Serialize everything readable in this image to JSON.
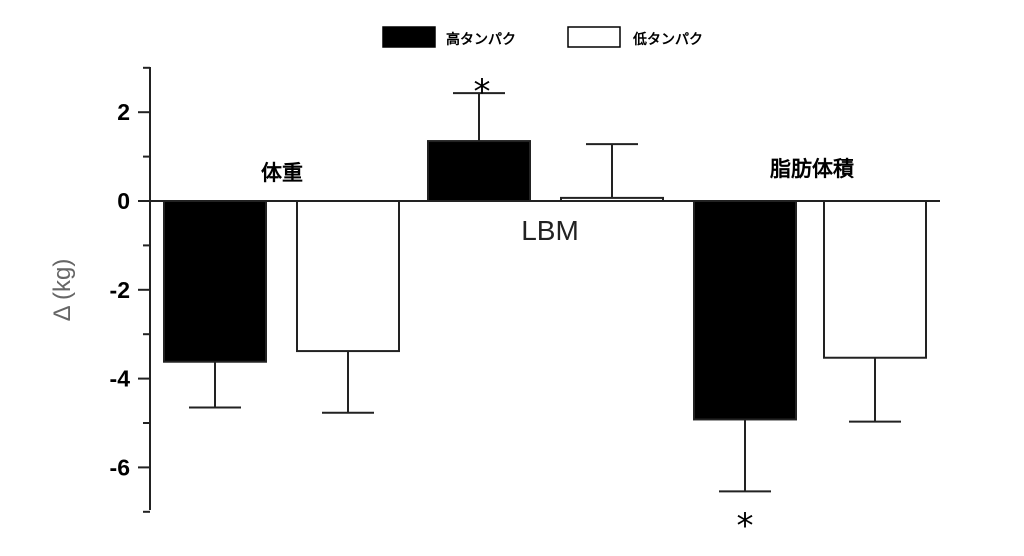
{
  "chart_data": {
    "type": "bar",
    "categories": [
      "体重",
      "LBM",
      "脂肪体積"
    ],
    "series": [
      {
        "name": "高タンパク",
        "values": [
          -3.62,
          1.35,
          -4.92
        ],
        "errors": [
          1.03,
          1.08,
          1.62
        ],
        "color": "#000000"
      },
      {
        "name": "低タンパク",
        "values": [
          -3.38,
          0.07,
          -3.53
        ],
        "errors": [
          1.39,
          1.21,
          1.44
        ],
        "color": "#ffffff"
      }
    ],
    "ylabel": "Δ (kg)",
    "ylim": [
      -7,
      3
    ],
    "yticks": [
      2,
      0,
      -2,
      -4,
      -6
    ],
    "ytick_labels": [
      "2",
      "0",
      "-2",
      "-4",
      "-6"
    ],
    "annotations": [
      {
        "text": "*",
        "category": "LBM",
        "series": "高タンパク",
        "position": "above"
      },
      {
        "text": "*",
        "category": "脂肪体積",
        "series": "高タンパク",
        "position": "below"
      }
    ],
    "legend": "top-center",
    "grid": false
  }
}
